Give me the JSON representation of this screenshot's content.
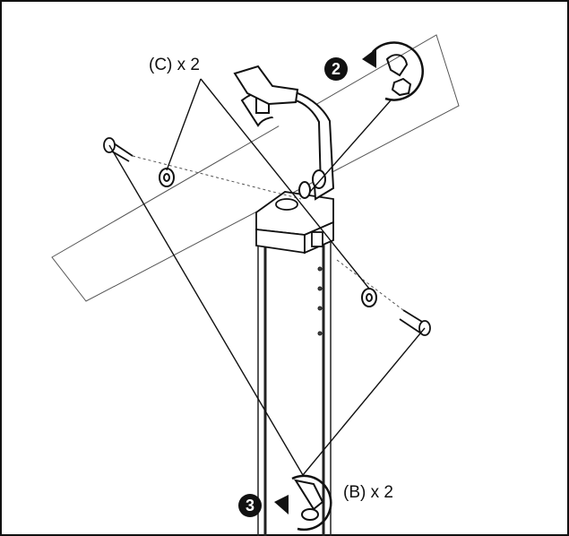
{
  "diagram": {
    "callouts": {
      "washer_label": "(C) x 2",
      "bolt_label": "(B) x 2"
    },
    "steps": {
      "upper_step": "2",
      "lower_step": "3"
    },
    "colors": {
      "line": "#111111",
      "badge": "#111111",
      "background": "#ffffff"
    }
  }
}
